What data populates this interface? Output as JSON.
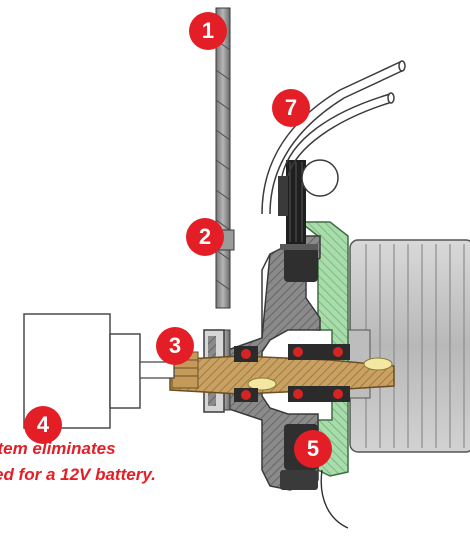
{
  "callouts": [
    {
      "number": "1"
    },
    {
      "number": "2"
    },
    {
      "number": "3"
    },
    {
      "number": "4"
    },
    {
      "number": "5"
    },
    {
      "number": "7"
    }
  ],
  "caption": {
    "line1": "stem eliminates",
    "line2": "ed for a 12V battery."
  },
  "colors": {
    "accent": "#e41e26",
    "housing": "#7e7e7e",
    "housing_dark": "#4f4f4f",
    "green_section": "#9fd5a2",
    "brass": "#c49a5a",
    "motor": "#c9c9c9"
  }
}
